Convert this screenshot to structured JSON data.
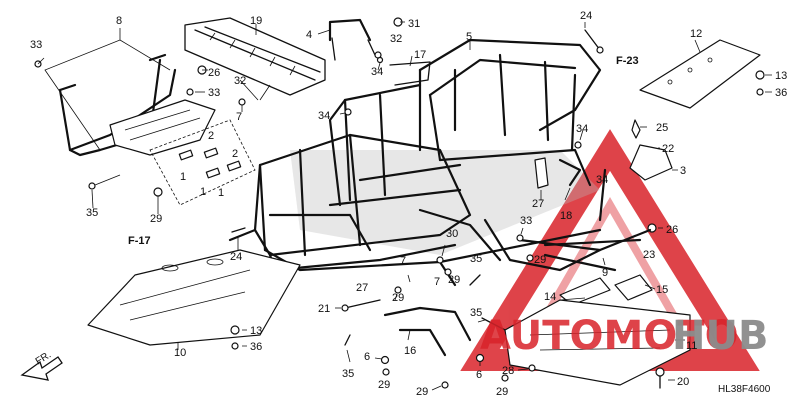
{
  "diagram": {
    "drawing_code": "HL38F4600",
    "front_arrow_label": "FR.",
    "refs": {
      "f23": "F-23",
      "f17": "F-17"
    },
    "watermark": {
      "word_a": "AUTOMOTO",
      "word_b": "HUB",
      "color_red": "#d9232a",
      "color_gray": "#8c8c8c"
    },
    "callouts": {
      "c1": "1",
      "c2": "2",
      "c3": "3",
      "c4": "4",
      "c5": "5",
      "c6": "6",
      "c7": "7",
      "c8": "8",
      "c9": "9",
      "c10": "10",
      "c11": "11",
      "c12": "12",
      "c13": "13",
      "c14": "14",
      "c15": "15",
      "c16": "16",
      "c17": "17",
      "c18": "18",
      "c19": "19",
      "c20": "20",
      "c21": "21",
      "c22": "22",
      "c23": "23",
      "c24": "24",
      "c25": "25",
      "c26": "26",
      "c27": "27",
      "c28": "28",
      "c29": "29",
      "c30": "30",
      "c31": "31",
      "c32": "32",
      "c33": "33",
      "c34": "34",
      "c35": "35",
      "c36": "36"
    },
    "extra_callouts": {
      "c1b": "1",
      "c1c": "1",
      "c2b": "2",
      "c6b": "6",
      "c7b": "7",
      "c13b": "13",
      "c24b": "24",
      "c26b": "26",
      "c29b": "29",
      "c29c": "29",
      "c29d": "29",
      "c29e": "29",
      "c29f": "29",
      "c33b": "33",
      "c34b": "34",
      "c34c": "34",
      "c35b": "35",
      "c35c": "35",
      "c35d": "35",
      "c36b": "36"
    }
  }
}
